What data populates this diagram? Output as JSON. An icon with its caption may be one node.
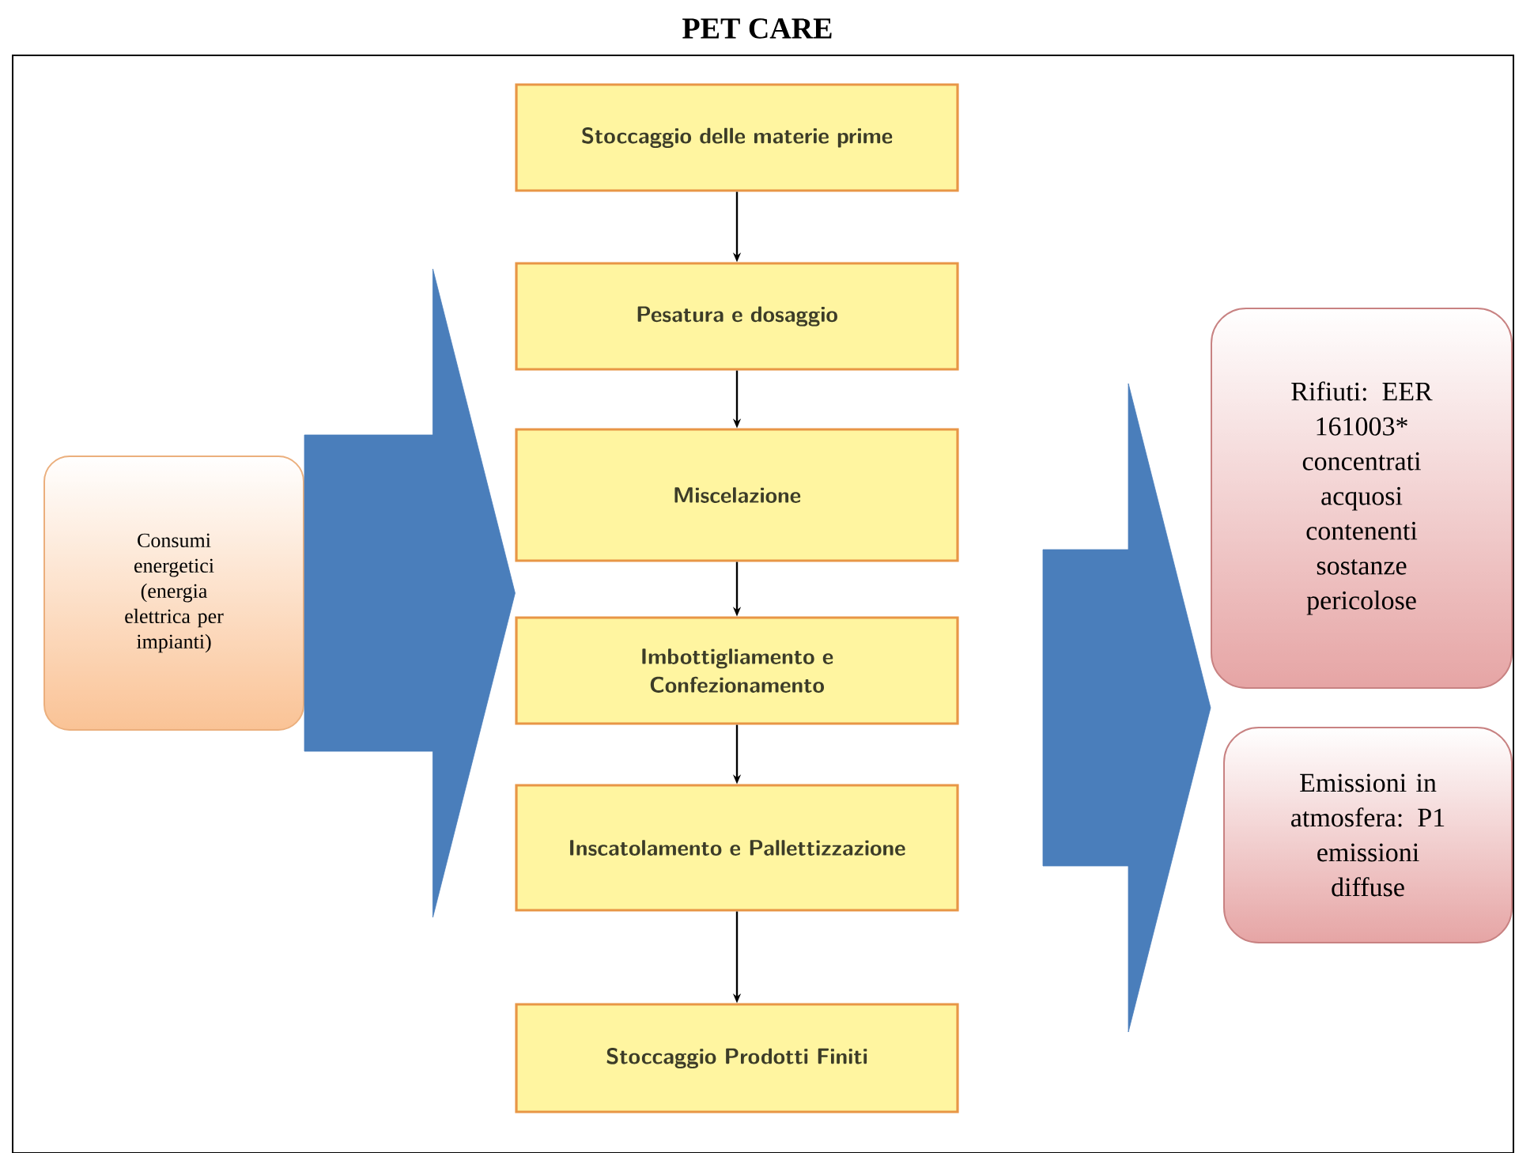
{
  "diagram": {
    "title": "PET CARE",
    "nodes": [
      {
        "text": [
          "Stoccaggio delle materie prime"
        ]
      },
      {
        "text": [
          "Pesatura e dosaggio"
        ]
      },
      {
        "text": [
          "Miscelazione"
        ]
      },
      {
        "text": [
          "Imbottigliamento e Confezionamento"
        ]
      },
      {
        "text": [
          "Inscatolamento e Pallettizzazione"
        ]
      },
      {
        "text": [
          "Stoccaggio Prodotti Finiti"
        ]
      },
      {
        "text": [
          "Consumi energetici (energia elettrica per impianti)"
        ]
      },
      {
        "text": [
          "Rifiuti: EER 161003* concentrati acquosi contenenti sostanze pericolose"
        ]
      },
      {
        "text": [
          "Emissioni in atmosfera: P1 emissioni diffuse"
        ]
      }
    ],
    "edges": [
      {
        "from": 0,
        "to": 1,
        "arrow": "to"
      },
      {
        "from": 1,
        "to": 2,
        "arrow": "to"
      },
      {
        "from": 2,
        "to": 3,
        "arrow": "to"
      },
      {
        "from": 3,
        "to": 4,
        "arrow": "to"
      },
      {
        "from": 4,
        "to": 5,
        "arrow": "to"
      },
      {
        "from": 6,
        "to": 2,
        "arrow": "to",
        "style": "thick",
        "color": "#4a7ebb"
      },
      {
        "from": null,
        "to": 7,
        "arrow": "to",
        "style": "thick",
        "color": "#4a7ebb"
      },
      {
        "from": null,
        "to": 8,
        "arrow": "to",
        "style": "thick",
        "color": "#4a7ebb"
      }
    ]
  }
}
